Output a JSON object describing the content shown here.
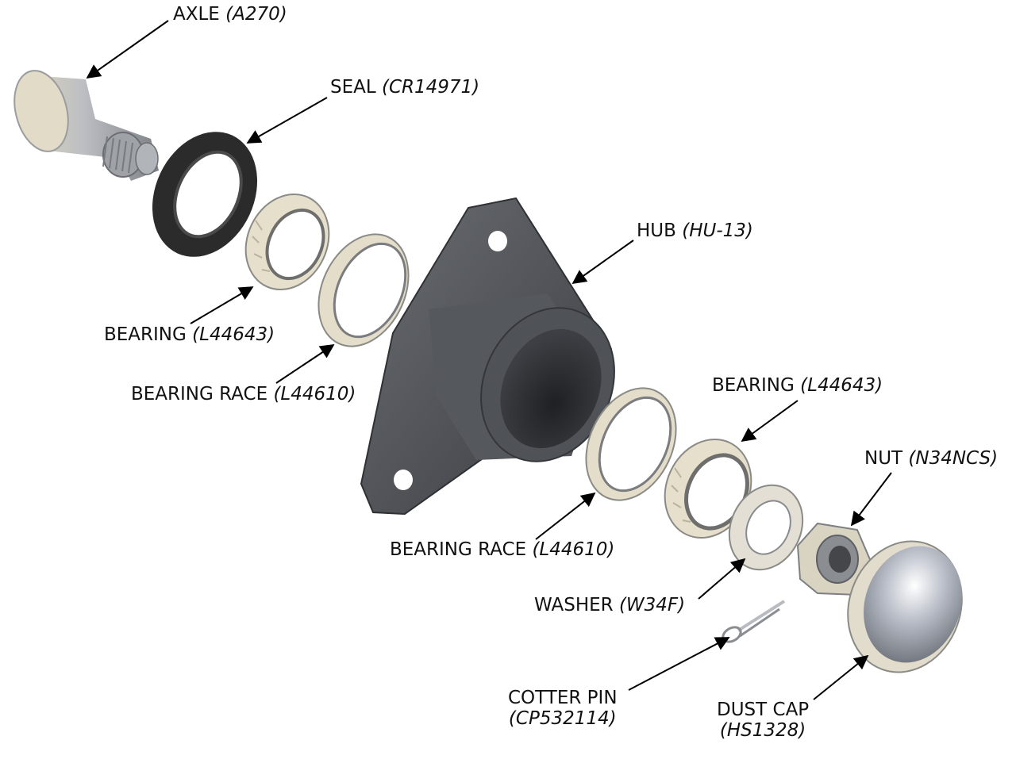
{
  "diagram": {
    "colors": {
      "label_text": "#111111",
      "arrow": "#000000",
      "hub_metal": "#4a4d52",
      "seal_rubber": "#2b2b2b",
      "bearing_light": "#e8e2cf",
      "steel": "#bfc3c8"
    },
    "callouts": [
      {
        "name": "AXLE",
        "part_number": "(A270)"
      },
      {
        "name": "SEAL",
        "part_number": "(CR14971)"
      },
      {
        "name": "HUB",
        "part_number": "(HU-13)"
      },
      {
        "name": "BEARING",
        "part_number": "(L44643)"
      },
      {
        "name": "BEARING RACE",
        "part_number": "(L44610)"
      },
      {
        "name": "BEARING",
        "part_number": "(L44643)"
      },
      {
        "name": "NUT",
        "part_number": "(N34NCS)"
      },
      {
        "name": "BEARING RACE",
        "part_number": "(L44610)"
      },
      {
        "name": "WASHER",
        "part_number": "(W34F)"
      },
      {
        "name": "COTTER PIN",
        "part_number": "(CP532114)"
      },
      {
        "name": "DUST CAP",
        "part_number": "(HS1328)"
      }
    ]
  }
}
